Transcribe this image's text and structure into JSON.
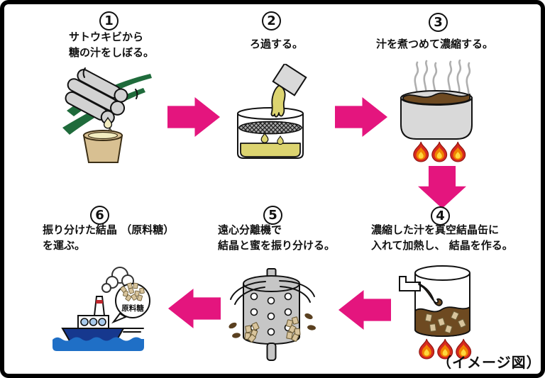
{
  "caption": "（イメージ図）",
  "colors": {
    "arrow": "#E4157E",
    "leaf": "#1F6B3B",
    "stalk": "#D2D2D2",
    "bucket": "#D8C092",
    "pale_juice": "#F2ECC0",
    "juice": "#DCD470",
    "metal": "#D9D9D9",
    "syrup": "#6E4A21",
    "steam": "#AFAFAF",
    "drum": "#C6C6C6",
    "cube": "#D8C49C",
    "hull": "#16388E",
    "water": "#1F6FC6",
    "porthole": "#A9CAEB",
    "funnel_red": "#C0272D",
    "flame_red": "#D6291E",
    "flame_orange": "#F08300",
    "flame_yellow": "#FFD83D"
  },
  "steps": [
    {
      "number": "1",
      "lines": [
        "サトウキビから",
        "糖の汁をしぼる。"
      ],
      "illustration": "sugarcane-pressing"
    },
    {
      "number": "2",
      "lines": [
        "ろ過する。"
      ],
      "illustration": "filtering"
    },
    {
      "number": "3",
      "lines": [
        "汁を煮つめて濃縮する。"
      ],
      "illustration": "boiling-pot"
    },
    {
      "number": "4",
      "lines": [
        "濃縮した汁を真空結晶缶に",
        "入れて加熱し、 結晶を作る。"
      ],
      "illustration": "vacuum-crystallizer"
    },
    {
      "number": "5",
      "lines": [
        "遠心分離機で",
        "結晶と蜜を振り分ける。"
      ],
      "illustration": "centrifuge"
    },
    {
      "number": "6",
      "lines": [
        "振り分けた結晶 （原料糖）",
        "を運ぶ。"
      ],
      "illustration": "cargo-ship",
      "badge": "原料糖"
    }
  ]
}
